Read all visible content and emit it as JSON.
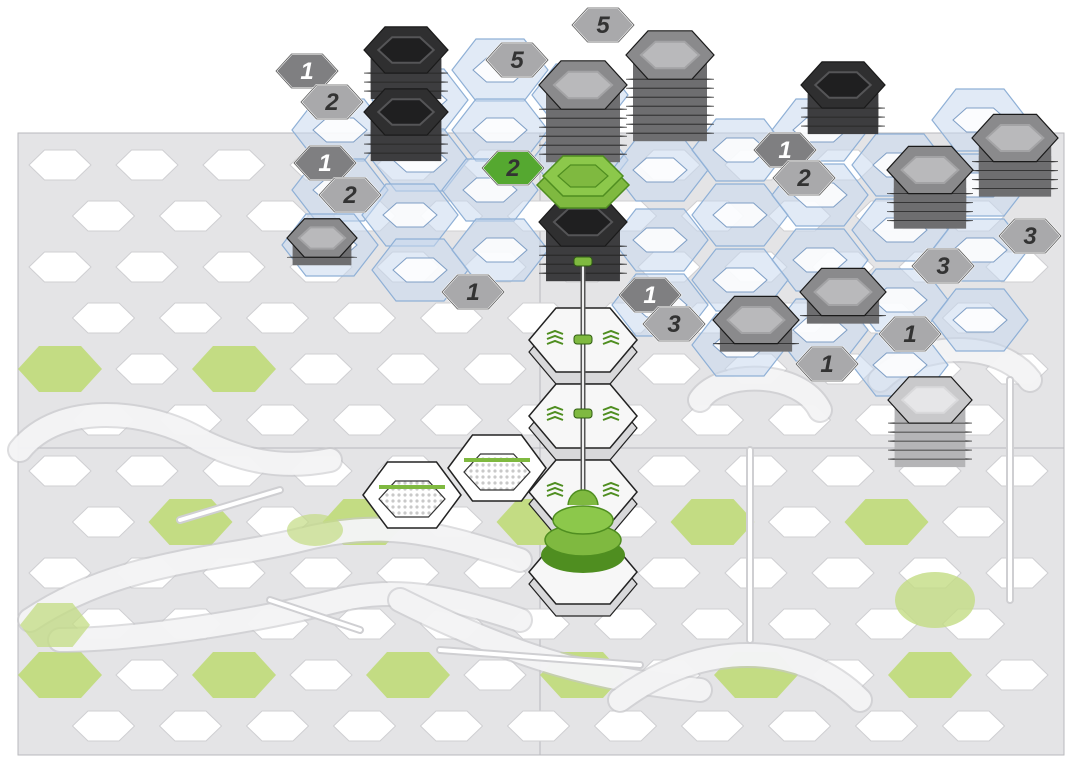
{
  "colors": {
    "board_bg": "#e4e4e6",
    "board_line": "#b9b9bd",
    "hole_fill": "#ffffff",
    "green_light": "#c3dc83",
    "green_mid": "#7fb940",
    "green_dark": "#4f8e20",
    "overlay_blue": "#c8d9ee",
    "overlay_edge": "#8fb0d6",
    "stack_dark": "#2f2f30",
    "stack_mid": "#7b7b7d",
    "stack_light": "#a9a9ab",
    "tag_fill": "#9c9c9e",
    "tag_text": "#ffffff",
    "tag_green": "#55a830"
  },
  "height_tags": [
    {
      "id": "tag-1-a",
      "text": "1",
      "style": "dark"
    },
    {
      "id": "tag-2-a",
      "text": "2",
      "style": "light"
    },
    {
      "id": "tag-5-a",
      "text": "5",
      "style": "light"
    },
    {
      "id": "tag-5-b",
      "text": "5",
      "style": "light"
    },
    {
      "id": "tag-1-b",
      "text": "1",
      "style": "dark"
    },
    {
      "id": "tag-2-b",
      "text": "2",
      "style": "light"
    },
    {
      "id": "tag-2-green",
      "text": "2",
      "style": "green"
    },
    {
      "id": "tag-1-c",
      "text": "1",
      "style": "light"
    },
    {
      "id": "tag-1-d",
      "text": "1",
      "style": "dark"
    },
    {
      "id": "tag-3-a",
      "text": "3",
      "style": "light"
    },
    {
      "id": "tag-1-e",
      "text": "1",
      "style": "dark"
    },
    {
      "id": "tag-2-c",
      "text": "2",
      "style": "light"
    },
    {
      "id": "tag-3-b",
      "text": "3",
      "style": "light"
    },
    {
      "id": "tag-3-c",
      "text": "3",
      "style": "light"
    },
    {
      "id": "tag-1-f",
      "text": "1",
      "style": "light"
    },
    {
      "id": "tag-1-g",
      "text": "1",
      "style": "light"
    }
  ],
  "stacks": [
    {
      "id": "stack-dark-top-left",
      "levels": 3,
      "tone": "dark"
    },
    {
      "id": "stack-dark-left-2",
      "levels": 3,
      "tone": "dark"
    },
    {
      "id": "stack-grey-tall-center",
      "levels": 6,
      "tone": "mid"
    },
    {
      "id": "stack-grey-tall-right",
      "levels": 7,
      "tone": "mid"
    },
    {
      "id": "stack-dark-right",
      "levels": 3,
      "tone": "dark"
    },
    {
      "id": "stack-grey-right-a",
      "levels": 4,
      "tone": "mid"
    },
    {
      "id": "stack-grey-right-b",
      "levels": 4,
      "tone": "mid"
    },
    {
      "id": "stack-grey-small-left",
      "levels": 1,
      "tone": "mid"
    },
    {
      "id": "stack-dark-center",
      "levels": 4,
      "tone": "dark"
    },
    {
      "id": "stack-grey-bottom-right-a",
      "levels": 1,
      "tone": "mid"
    },
    {
      "id": "stack-grey-bottom-right-b",
      "levels": 1,
      "tone": "mid"
    },
    {
      "id": "stack-light-bottom-right",
      "levels": 5,
      "tone": "light"
    }
  ]
}
